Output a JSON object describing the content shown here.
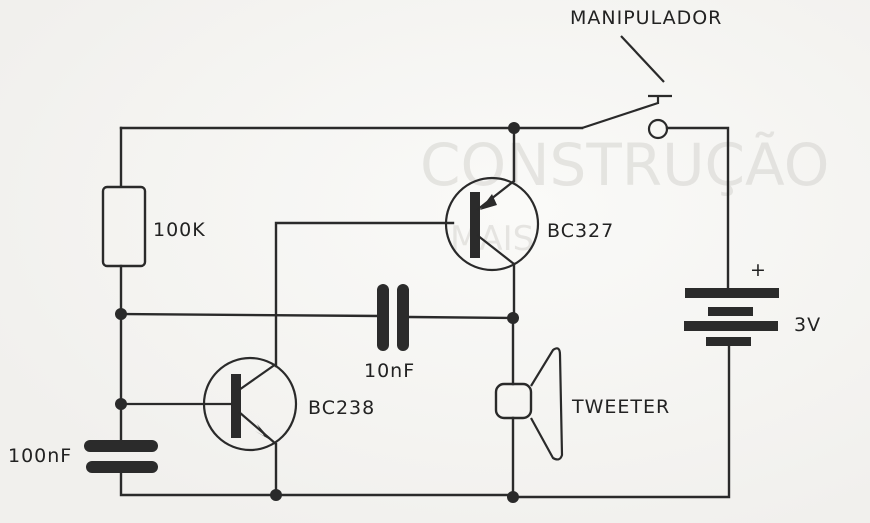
{
  "diagram": {
    "type": "schematic",
    "title": "",
    "components": {
      "switch": {
        "label": "MANIPULADOR",
        "kind": "push-button switch"
      },
      "r1": {
        "label": "100K",
        "kind": "resistor"
      },
      "c1": {
        "label": "100nF",
        "kind": "capacitor"
      },
      "c2": {
        "label": "10nF",
        "kind": "capacitor"
      },
      "q1": {
        "label": "BC238",
        "kind": "NPN transistor"
      },
      "q2": {
        "label": "BC327",
        "kind": "PNP transistor"
      },
      "speaker": {
        "label": "TWEETER",
        "kind": "loudspeaker"
      },
      "battery": {
        "label": "3V",
        "polarity": "+",
        "kind": "battery"
      }
    },
    "colors": {
      "ink": "#2a2a2a",
      "paper": "#f4f3f1"
    }
  }
}
